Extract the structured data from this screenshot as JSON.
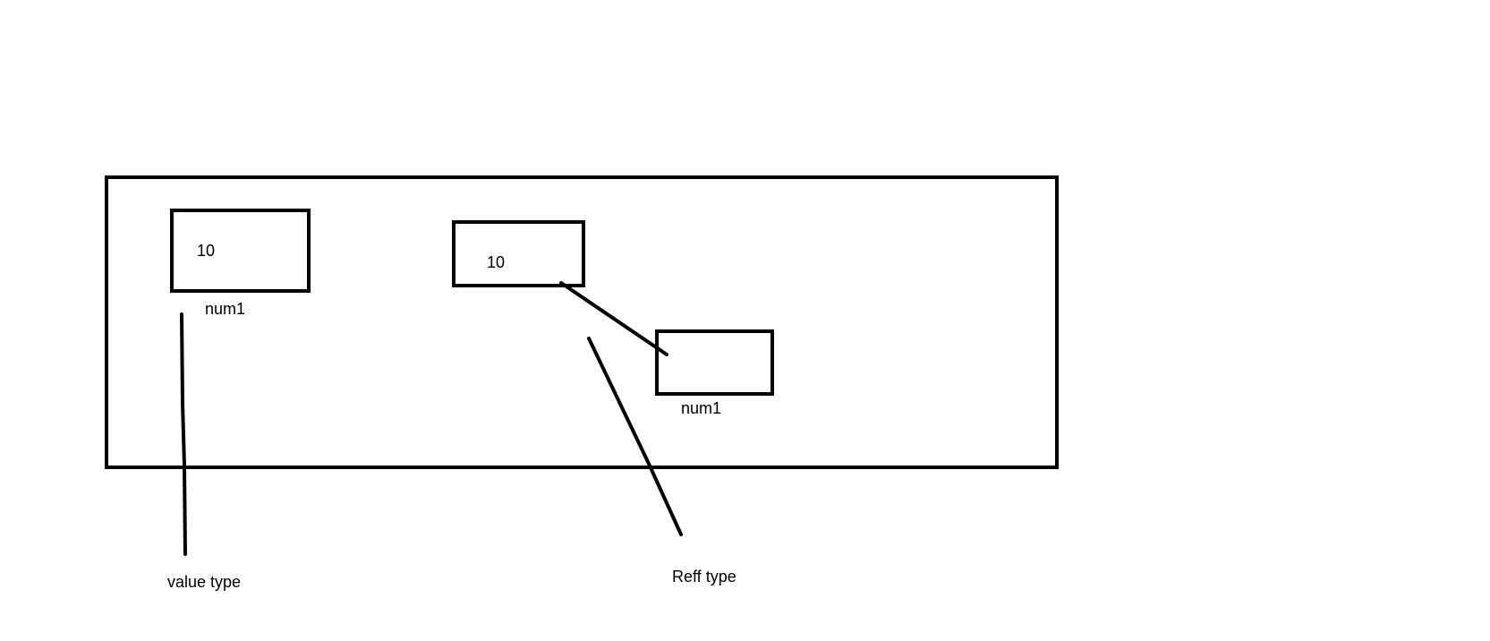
{
  "memory_area": {
    "value_box": {
      "value": "10",
      "name": "num1"
    },
    "ref_box": {
      "value": "10"
    },
    "ref_target_box": {
      "value": "",
      "name": "num1"
    }
  },
  "annotations": {
    "value_type": "value type",
    "ref_type": "Reff type"
  },
  "colors": {
    "ink": "#000000",
    "background": "#ffffff"
  }
}
